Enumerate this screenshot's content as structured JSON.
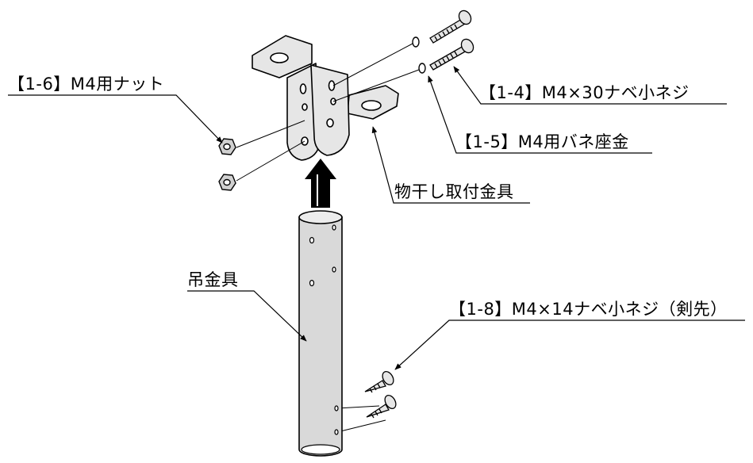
{
  "labels": {
    "nut": "【1-6】M4用ナット",
    "screw30": "【1-4】M4×30ナベ小ネジ",
    "washer": "【1-5】M4用バネ座金",
    "bracket": "物干し取付金具",
    "hanger": "吊金具",
    "screw14": "【1-8】M4×14ナベ小ネジ（剣先）"
  },
  "colors": {
    "line": "#000000",
    "pipe_fill": "#d9d9d9",
    "part_fill": "#e6e6e6",
    "arrow_fill": "#000000"
  },
  "icons": {
    "arrow": "up-arrow-icon"
  }
}
